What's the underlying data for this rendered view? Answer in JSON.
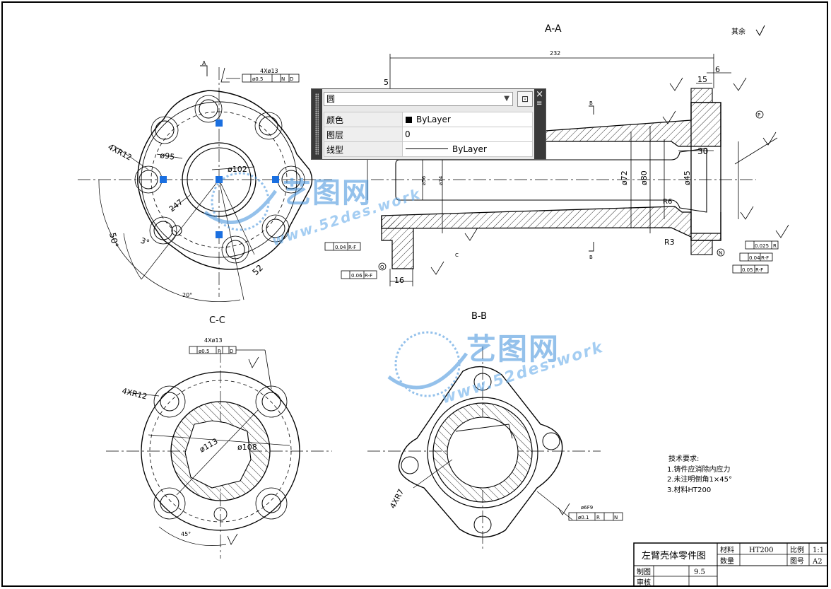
{
  "drawing": {
    "section_labels": {
      "aa": "A-A",
      "bb": "B-B",
      "cc": "C-C",
      "a_mark": "A",
      "b_mark": "B",
      "c_mark": "C"
    },
    "surface_note": "其余",
    "dims": {
      "len_232": "232",
      "d_15a": "15",
      "d_6": "6",
      "d_5": "5",
      "d_30": "30",
      "d_16": "16",
      "d_72": "ø72",
      "d_80": "ø80",
      "d_45": "ø45",
      "d_56": "ø56",
      "d_74": "ø74",
      "d_102": "ø102",
      "d_95": "ø95",
      "d_113": "ø113",
      "d_108": "ø108",
      "r3": "R3",
      "r6": "R6",
      "r12_top": "4XR12",
      "r12_cc": "4XR12",
      "r7": "4XR7",
      "ang_50": "50°",
      "ang_3": "3°",
      "ang_20": "20°",
      "ang_45": "45°",
      "d_52": "52",
      "d_47": "247",
      "d_4x13": "4Xø13",
      "d_4x13b": "4Xø13",
      "d_6f9": "ø6F9"
    },
    "gdt": {
      "pos_top": "ø0.5",
      "pos_cc": "ø0.5",
      "pos_bb": "ø0.1",
      "runout_1": "0.04",
      "runout_2": "0.06",
      "runout_3": "0.04",
      "runout_4": "0.05",
      "circ": "0.025",
      "ref_rf": "R-F",
      "ref_n": "N",
      "ref_d": "D",
      "ref_r": "R",
      "ref_f": "F"
    },
    "datums": {
      "p": "P",
      "q": "Q",
      "n": "N"
    },
    "tech_requirements": {
      "title": "技术要求:",
      "items": [
        "1.铸件应消除内应力",
        "2.未注明倒角1×45°",
        "3.材料HT200"
      ]
    },
    "title_block": {
      "part_name": "左臂壳体零件图",
      "material_label": "材料",
      "material_value": "HT200",
      "scale_label": "比例",
      "scale_value": "1:1",
      "qty_label": "数量",
      "drawing_no_label": "图号",
      "drawing_no_value": "A2",
      "drawn_label": "制图",
      "drawn_value": "9.5",
      "check_label": "审核"
    },
    "watermark": {
      "cn": "艺图网",
      "url": "www.52des.work"
    }
  },
  "palette": {
    "object_type": "圆",
    "rows": [
      {
        "label": "颜色",
        "value": "ByLayer"
      },
      {
        "label": "图层",
        "value": "0"
      },
      {
        "label": "线型",
        "value": "ByLayer"
      }
    ],
    "close": "×",
    "menu": "≡",
    "quick_select": "⊡"
  },
  "colors": {
    "grip": "#1a6fe0",
    "line": "#000000",
    "panel_dark": "#3a3a3a",
    "watermark": "#3d8fdc"
  }
}
